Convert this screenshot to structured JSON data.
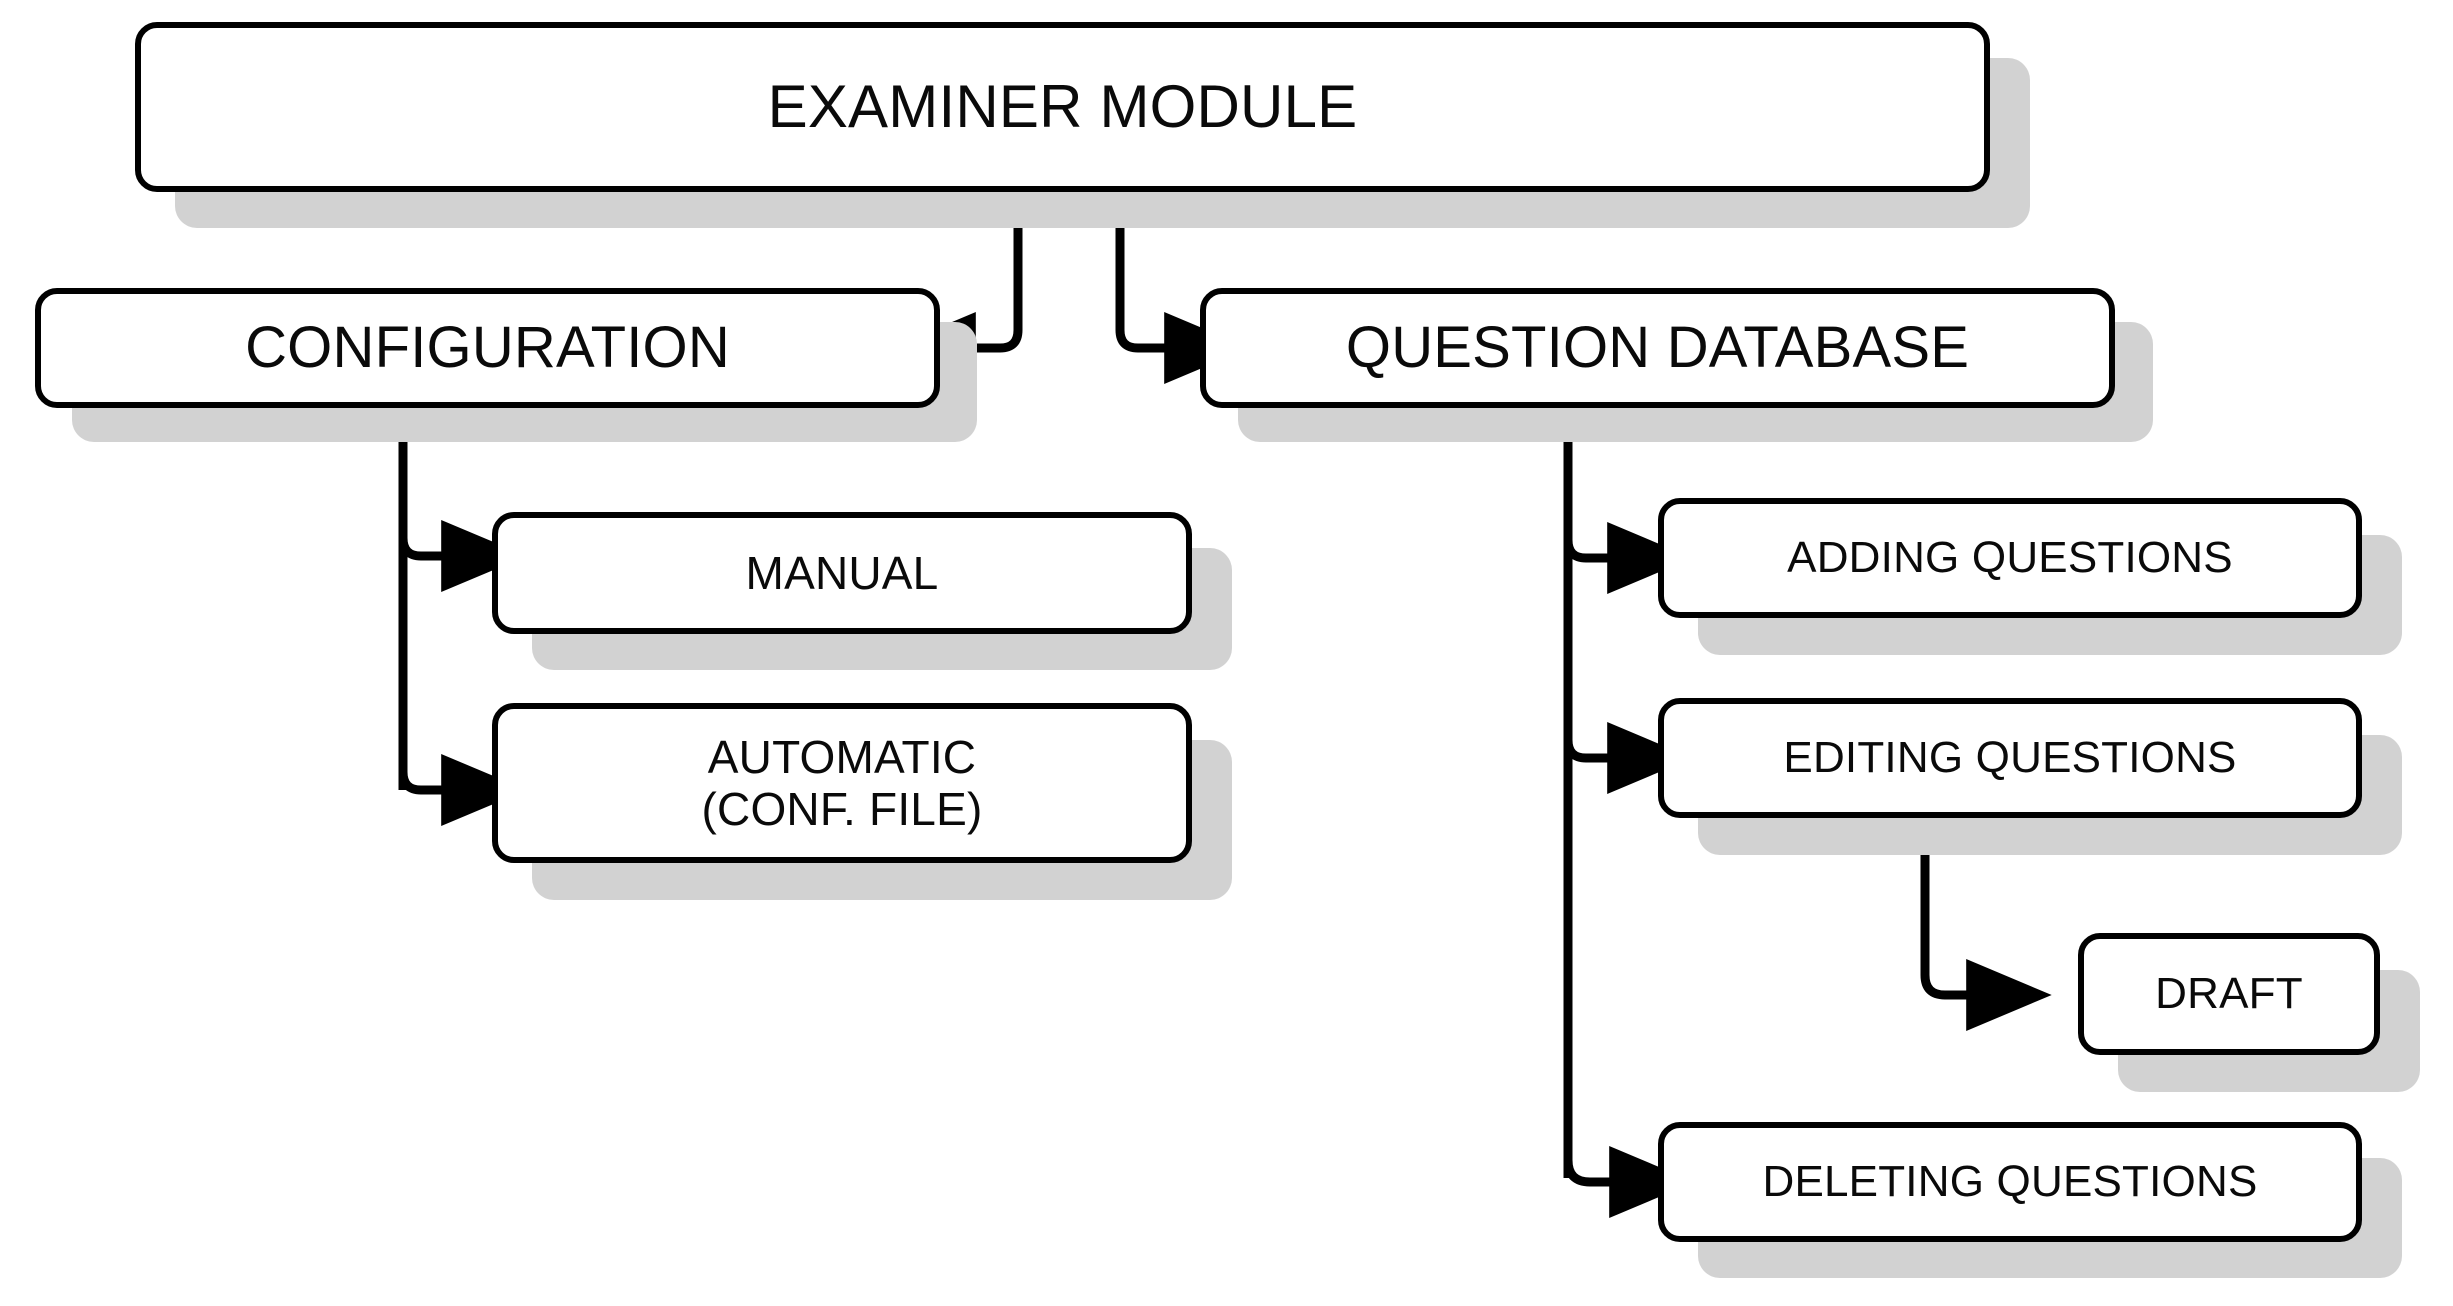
{
  "diagram": {
    "title": "EXAMINER MODULE",
    "background_color": "#ffffff",
    "line_color": "#000000",
    "shadow_color": "#d2d2d2",
    "nodes": [
      {
        "id": "examiner-module",
        "label": "EXAMINER MODULE",
        "level": 0
      },
      {
        "id": "configuration",
        "label": "CONFIGURATION",
        "level": 1
      },
      {
        "id": "question-database",
        "label": "QUESTION DATABASE",
        "level": 1
      },
      {
        "id": "manual",
        "label": "MANUAL",
        "level": 2
      },
      {
        "id": "automatic",
        "label": "AUTOMATIC\n(CONF. FILE)",
        "level": 2
      },
      {
        "id": "adding-questions",
        "label": "ADDING QUESTIONS",
        "level": 2
      },
      {
        "id": "editing-questions",
        "label": "EDITING QUESTIONS",
        "level": 2
      },
      {
        "id": "deleting-questions",
        "label": "DELETING QUESTIONS",
        "level": 2
      },
      {
        "id": "draft",
        "label": "DRAFT",
        "level": 3
      }
    ],
    "edges": [
      {
        "from": "examiner-module",
        "to": "configuration",
        "arrow": "left"
      },
      {
        "from": "examiner-module",
        "to": "question-database",
        "arrow": "right"
      },
      {
        "from": "configuration",
        "to": "manual",
        "arrow": "right"
      },
      {
        "from": "configuration",
        "to": "automatic",
        "arrow": "right"
      },
      {
        "from": "question-database",
        "to": "adding-questions",
        "arrow": "right"
      },
      {
        "from": "question-database",
        "to": "editing-questions",
        "arrow": "right"
      },
      {
        "from": "question-database",
        "to": "deleting-questions",
        "arrow": "right"
      },
      {
        "from": "editing-questions",
        "to": "draft",
        "arrow": "right"
      }
    ]
  }
}
